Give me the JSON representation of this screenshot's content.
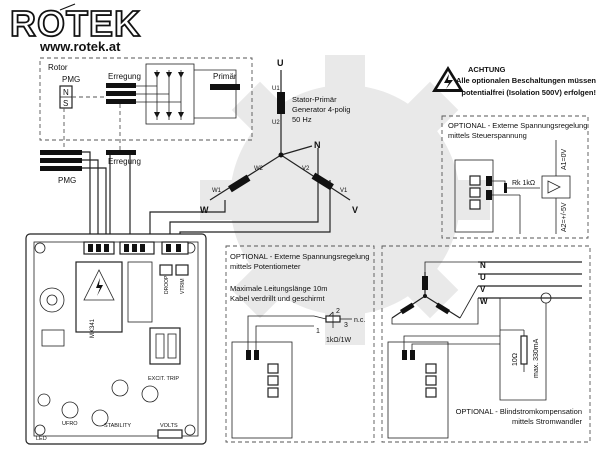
{
  "brand": {
    "logo_text": "ROTEK",
    "url": "www.rotek.at"
  },
  "rotor": {
    "title": "Rotor",
    "pmg": "PMG",
    "n": "N",
    "s": "S",
    "erregung": "Erregung",
    "primaer": "Primär"
  },
  "lower_labels": {
    "pmg": "PMG",
    "erregung": "Erregung"
  },
  "stator": {
    "line1": "Stator-Primär",
    "line2": "Generator 4-polig",
    "line3": "50 Hz",
    "terminals": {
      "u": "U",
      "v": "V",
      "w": "W",
      "n": "N"
    },
    "windings": {
      "u1": "U1",
      "u2": "U2",
      "v1": "V1",
      "v2": "V2",
      "w1": "W1",
      "w2": "W2"
    }
  },
  "warning": {
    "title": "ACHTUNG",
    "line1": "Alle optionalen Beschaltungen müssen",
    "line2": "potentialfrei (Isolation 500V) erfolgen!"
  },
  "opt_ext_control": {
    "line1": "OPTIONAL - Externe Spannungsregelung",
    "line2": "mittels Steuerspannung",
    "rk": "Rk 1kΩ",
    "a1": "A1=0V",
    "a2": "A2=+/-5V"
  },
  "opt_poti": {
    "line1": "OPTIONAL - Externe Spannungsregelung",
    "line2": "mittels Potentiometer",
    "line3": "Maximale Leitungslänge 10m",
    "line4": "Kabel verdrillt und geschirmt",
    "nc": "n.c.",
    "p1": "1",
    "p2": "2",
    "p3": "3",
    "poti_value": "1kΩ/1W"
  },
  "opt_blind": {
    "n": "N",
    "u": "U",
    "v": "V",
    "w": "W",
    "resistor": "10Ω",
    "max": "max. 330mA",
    "line1": "OPTIONAL - Blindstromkompensation",
    "line2": "mittels Stromwandler"
  },
  "avr": {
    "model": "MX341",
    "droop": "DROOP",
    "vtrim": "VTRIM",
    "excit_trip": "EXCIT. TRIP",
    "ufro": "UFRO",
    "stability": "STABILITY",
    "led": "LED",
    "volts": "VOLTS"
  }
}
